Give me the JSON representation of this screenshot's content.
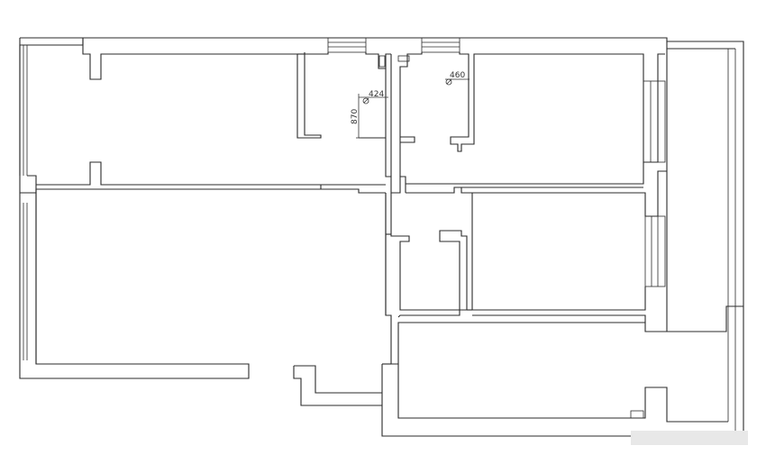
{
  "dimensions": {
    "dim_424": "424",
    "dim_870": "870",
    "dim_460": "460"
  }
}
